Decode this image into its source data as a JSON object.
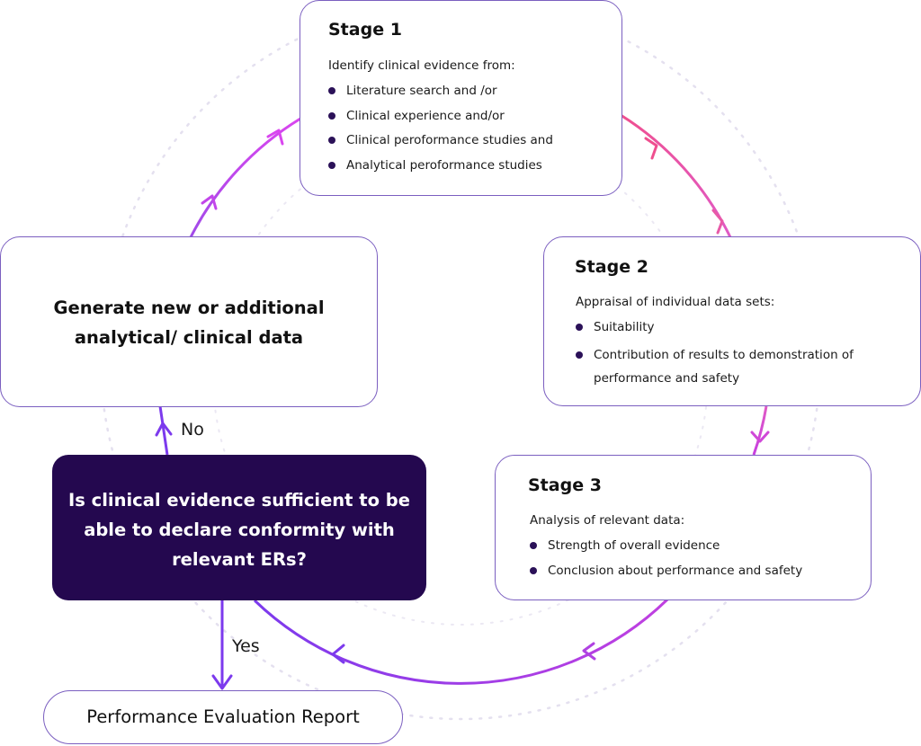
{
  "stage1": {
    "title": "Stage 1",
    "intro": "Identify clinical evidence from:",
    "items": [
      "Literature search and /or",
      "Clinical experience and/or",
      "Clinical peroformance studies and",
      "Analytical peroformance studies"
    ]
  },
  "stage2": {
    "title": "Stage 2",
    "intro": "Appraisal of individual data sets:",
    "items": [
      "Suitability",
      "Contribution of results to demonstration of performance and safety"
    ]
  },
  "stage3": {
    "title": "Stage 3",
    "intro": "Analysis of relevant data:",
    "items": [
      "Strength of overall evidence",
      "Conclusion about performance and safety"
    ]
  },
  "generate": {
    "text": "Generate new or additional analytical/ clinical data"
  },
  "decision": {
    "text": "Is clinical evidence sufficient to be able to declare conformity with relevant ERs?"
  },
  "labels": {
    "no": "No",
    "yes": "Yes"
  },
  "report": {
    "text": "Performance Evaluation Report"
  },
  "colors": {
    "decision_fill": "#24084f",
    "box_border": "#7b5fc0",
    "arrow_purple": "#7c3aed",
    "arrow_pink": "#ec4899",
    "arrow_magenta": "#c026d3",
    "bullet": "#2b1158"
  }
}
